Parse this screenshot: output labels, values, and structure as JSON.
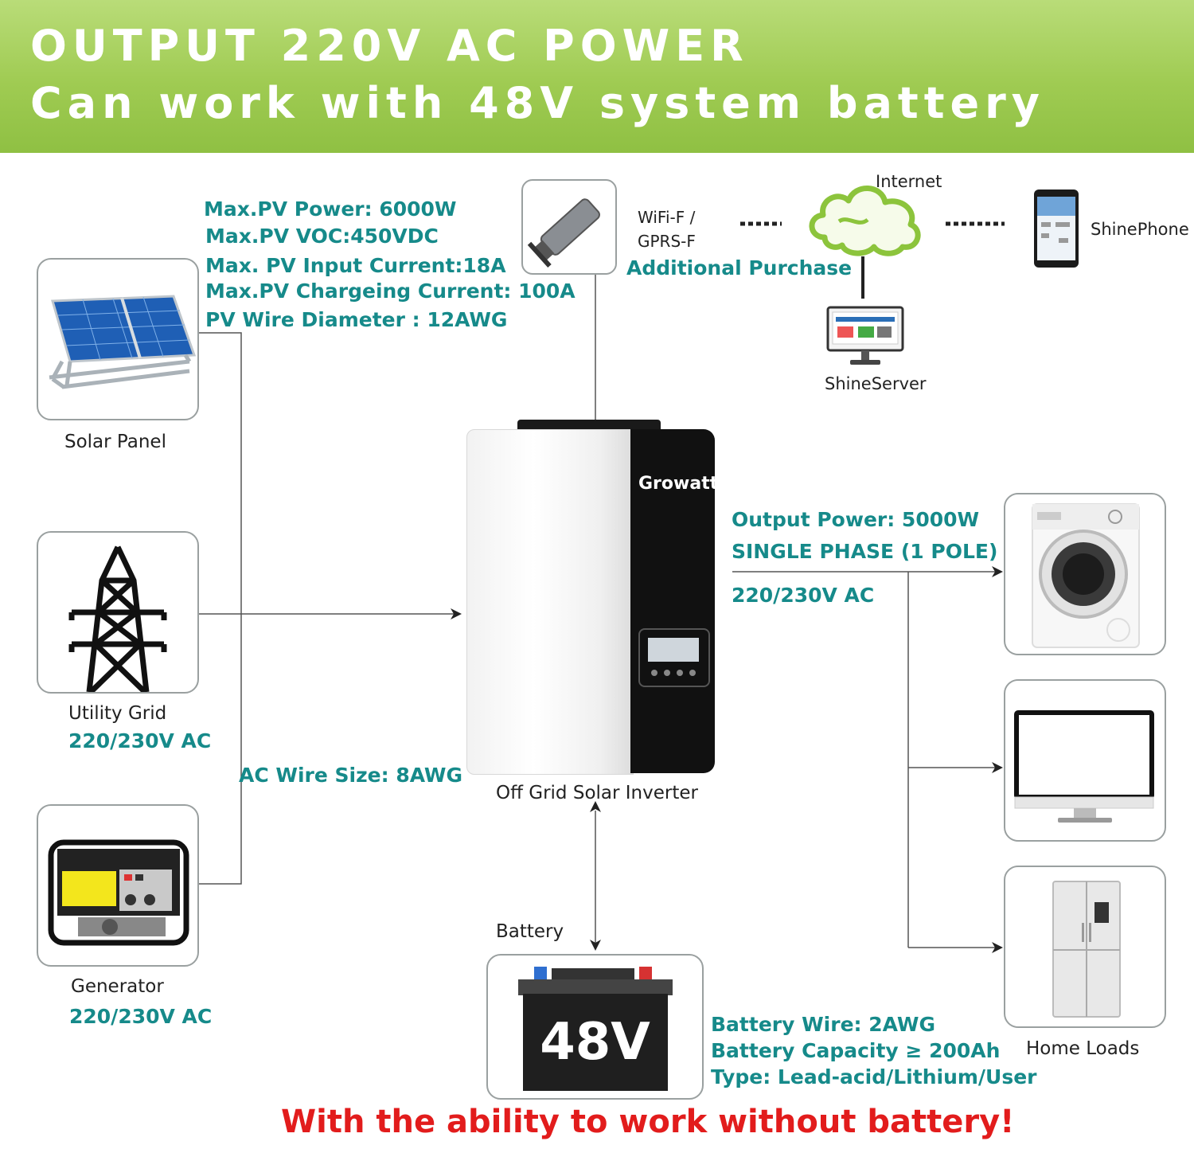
{
  "header": {
    "line1": "OUTPUT 220V AC POWER",
    "line2": "Can work with 48V system battery",
    "bg_color": "#9fcb52"
  },
  "pv_specs": [
    "Max.PV Power: 6000W",
    "Max.PV VOC:450VDC",
    "Max. PV Input Current:18A",
    "Max.PV Chargeing Current: 100A",
    "PV Wire Diameter :  12AWG"
  ],
  "monitoring": {
    "module_label_1": "WiFi-F /",
    "module_label_2": "GPRS-F",
    "purchase_note": "Additional Purchase",
    "internet_label": "Internet",
    "phone_label": "ShinePhone",
    "server_label": "ShineServer"
  },
  "sources": {
    "solar_label": "Solar Panel",
    "grid_label": "Utility Grid",
    "grid_voltage": "220/230V AC",
    "generator_label": "Generator",
    "generator_voltage": "220/230V AC",
    "ac_wire": "AC Wire Size: 8AWG"
  },
  "inverter": {
    "label": "Off Grid Solar Inverter",
    "brand": "Growatt"
  },
  "output": {
    "power": "Output Power: 5000W",
    "phase": "SINGLE PHASE (1 POLE)",
    "voltage": "220/230V AC",
    "loads_label": "Home Loads"
  },
  "battery": {
    "label": "Battery",
    "voltage": "48V",
    "specs": [
      "Battery Wire:  2AWG",
      "Battery Capacity ≥ 200Ah",
      "Type: Lead-acid/Lithium/User"
    ]
  },
  "footer": {
    "note": "With the ability to work without battery!"
  },
  "colors": {
    "teal": "#168a8a",
    "red": "#e21c1c",
    "cloud_green": "#8cc43c"
  }
}
